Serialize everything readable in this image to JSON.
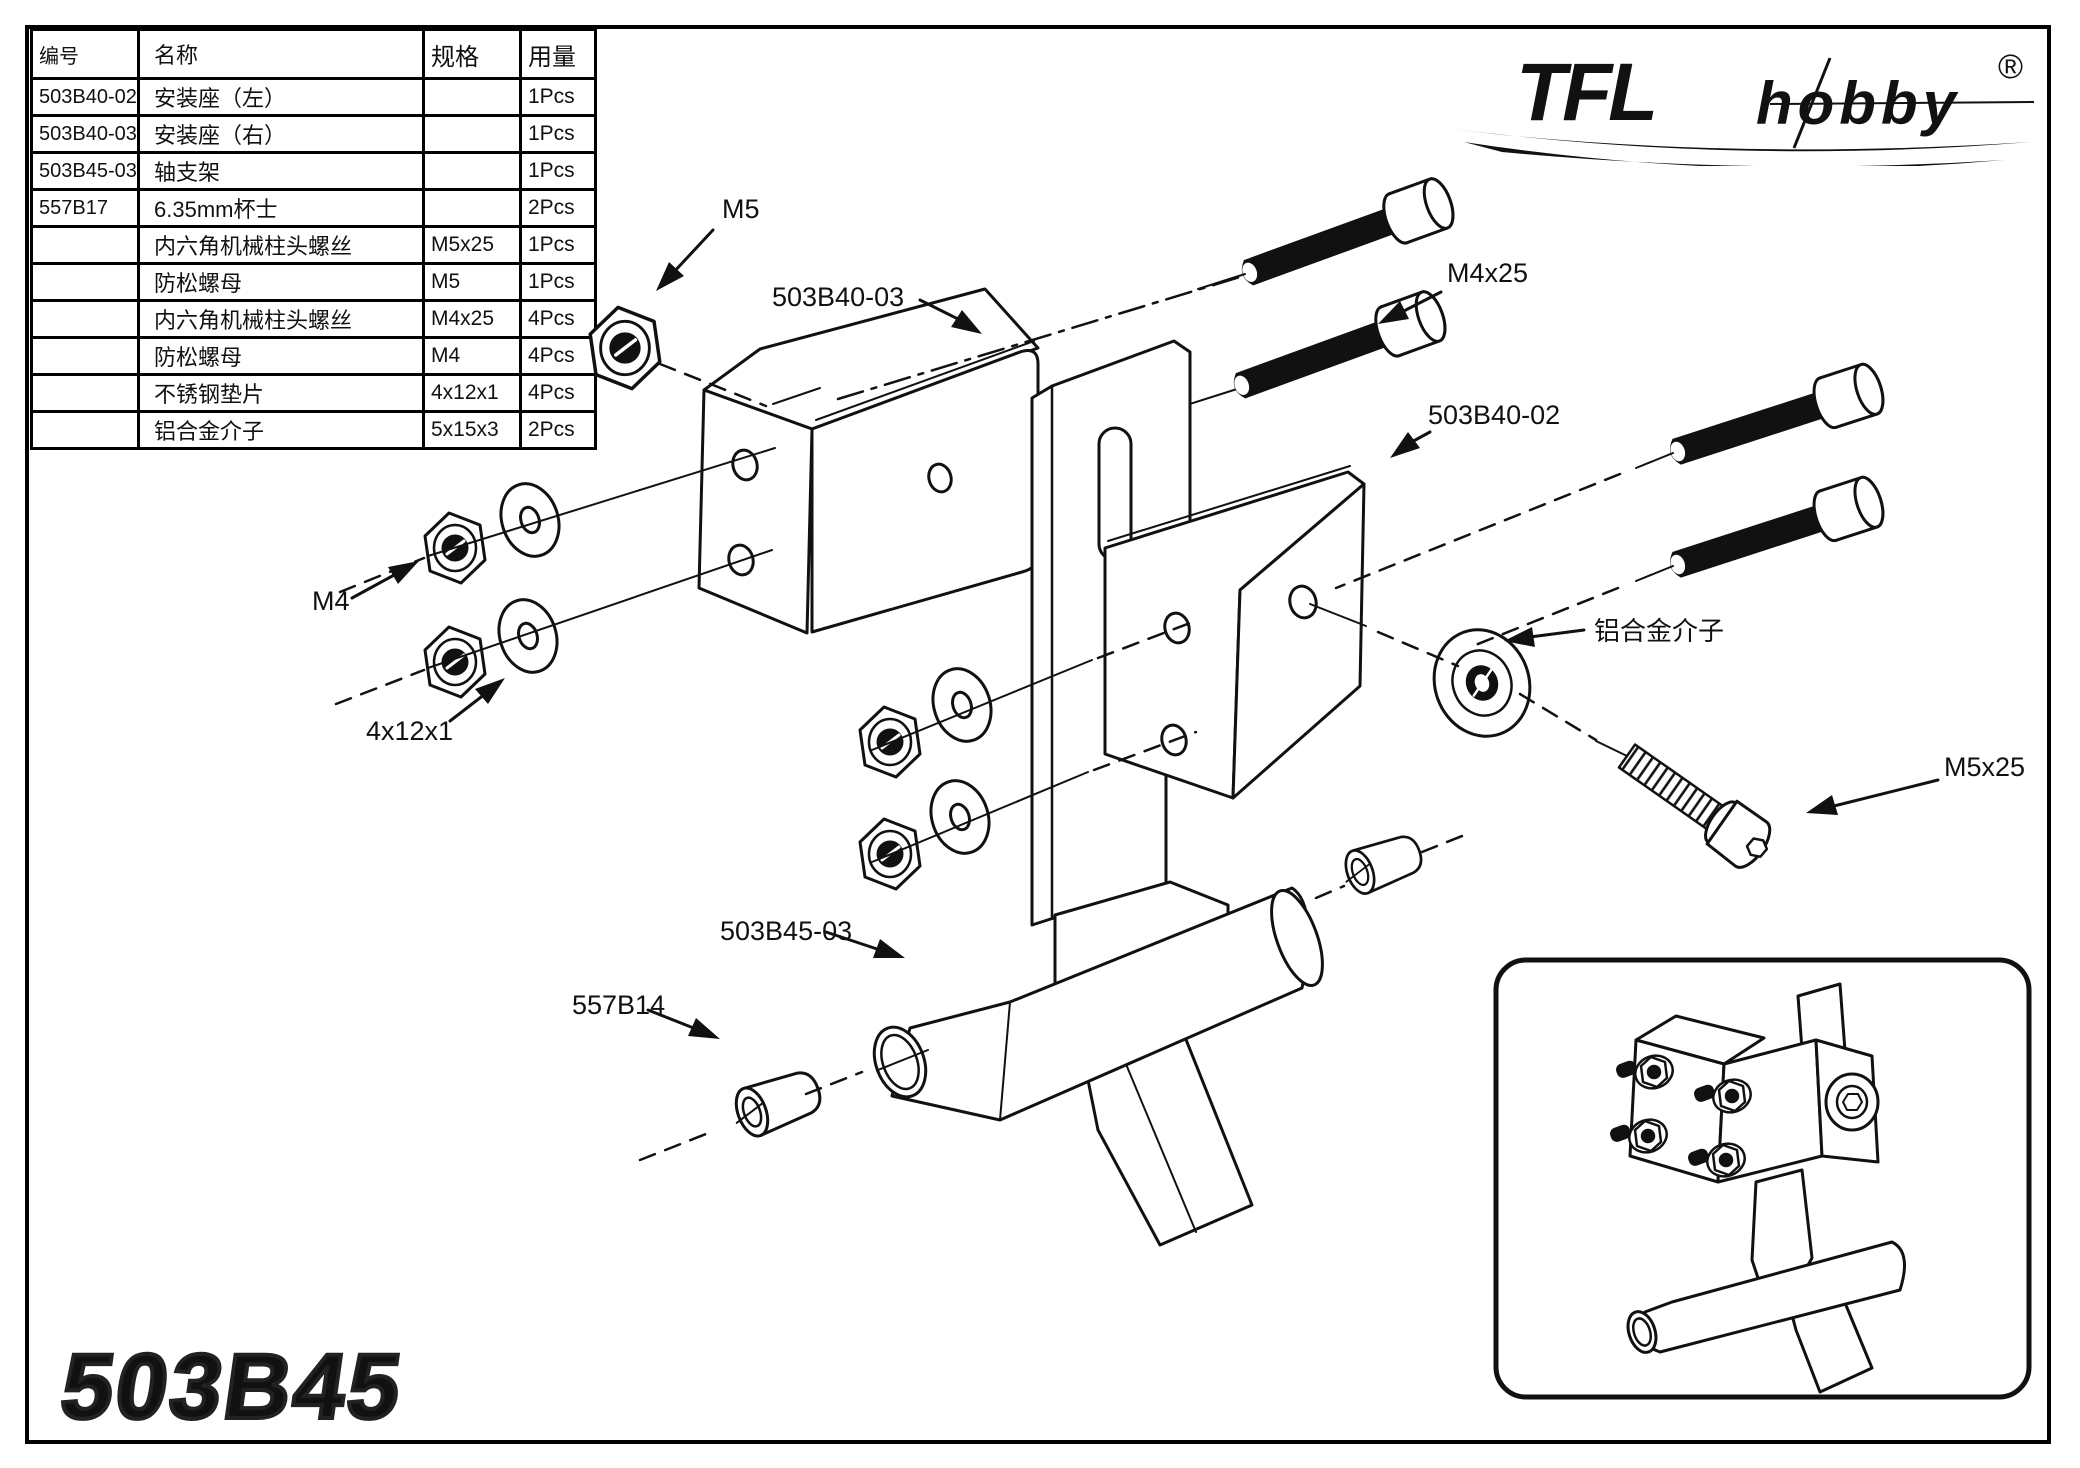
{
  "page": {
    "part_number_display": "503B45"
  },
  "logo": {
    "brand": "TFL",
    "sub": "hobby",
    "reg": "®"
  },
  "table": {
    "headers": [
      "编号",
      "名称",
      "规格",
      "用量"
    ],
    "rows": [
      [
        "503B40-02",
        "安装座（左）",
        "",
        "1Pcs"
      ],
      [
        "503B40-03",
        "安装座（右）",
        "",
        "1Pcs"
      ],
      [
        "503B45-03",
        "轴支架",
        "",
        "1Pcs"
      ],
      [
        "557B17",
        "6.35mm杯士",
        "",
        "2Pcs"
      ],
      [
        "",
        "内六角机械柱头螺丝",
        "M5x25",
        "1Pcs"
      ],
      [
        "",
        "防松螺母",
        "M5",
        "1Pcs"
      ],
      [
        "",
        "内六角机械柱头螺丝",
        "M4x25",
        "4Pcs"
      ],
      [
        "",
        "防松螺母",
        "M4",
        "4Pcs"
      ],
      [
        "",
        "不锈钢垫片",
        "4x12x1",
        "4Pcs"
      ],
      [
        "",
        "铝合金介子",
        "5x15x3",
        "2Pcs"
      ]
    ]
  },
  "diagram": {
    "labels": {
      "m5_nut": "M5",
      "bracket_right": "503B40-03",
      "m4x25_screw": "M4x25",
      "bracket_left": "503B40-02",
      "alu_spacer": "铝合金介子",
      "m5x25_screw": "M5x25",
      "m4_nut": "M4",
      "steel_washer": "4x12x1",
      "shaft_bracket": "503B45-03",
      "cup_bushing": "557B14"
    }
  },
  "colors": {
    "line": "#111111",
    "background": "#ffffff"
  }
}
